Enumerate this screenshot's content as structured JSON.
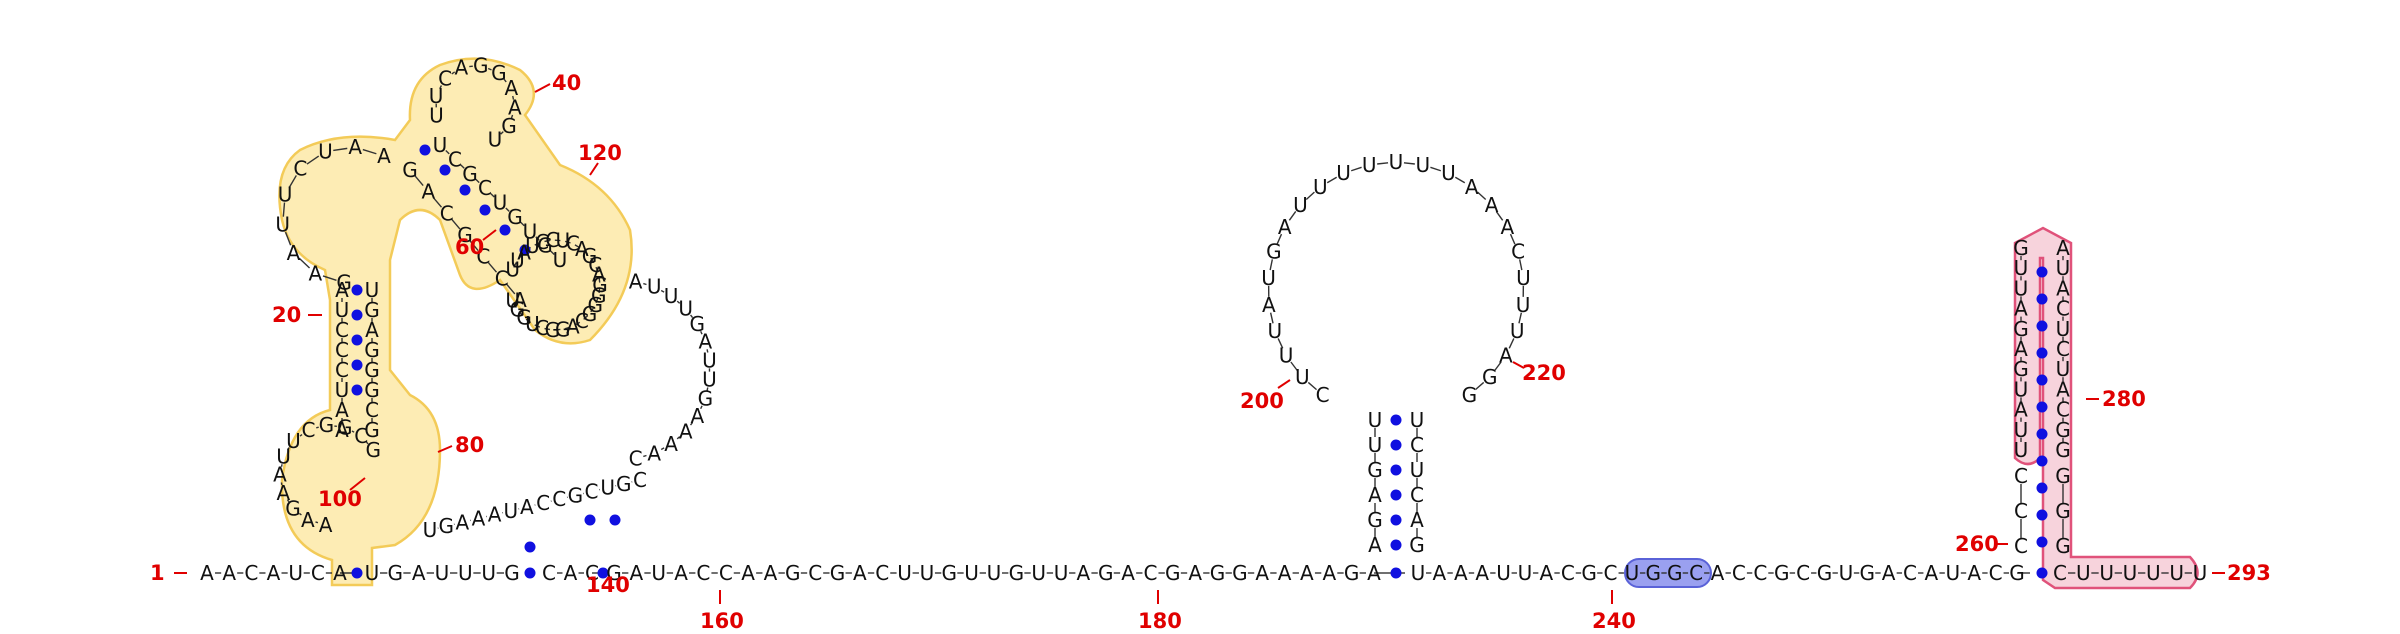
{
  "main_strand": "AACAUCAUGAUUUGCACGAUACCAAGCGACUUGUUGUUAGACGAGGAAAAGAUAAAUUACGCUGGCACCGCGUGACAUACGCUUUUUU",
  "position_labels": [
    {
      "id": "n1",
      "text": "1"
    },
    {
      "id": "n20",
      "text": "20"
    },
    {
      "id": "n40",
      "text": "40"
    },
    {
      "id": "n60",
      "text": "60"
    },
    {
      "id": "n80",
      "text": "80"
    },
    {
      "id": "n100",
      "text": "100"
    },
    {
      "id": "n120",
      "text": "120"
    },
    {
      "id": "n140",
      "text": "140"
    },
    {
      "id": "n160",
      "text": "160"
    },
    {
      "id": "n180",
      "text": "180"
    },
    {
      "id": "n200",
      "text": "200"
    },
    {
      "id": "n220",
      "text": "220"
    },
    {
      "id": "n240",
      "text": "240"
    },
    {
      "id": "n260",
      "text": "260"
    },
    {
      "id": "n280",
      "text": "280"
    },
    {
      "id": "n293",
      "text": "293"
    }
  ],
  "hairpin_mid": {
    "loop": "CUUUAUGAUUUUUUUAAACUUUAGG",
    "stem_left": "AGAGUU",
    "stem_right": "UCUCAG"
  },
  "hairpin_right": {
    "loop": "UUAUGAGAUUGAUACUCUACGG",
    "stem_left": "CCC",
    "stem_right": "GGG"
  },
  "left_domain": {
    "loop_top": "UUCAGGAAGU",
    "loop_left": "GAAUUCUAA",
    "inner_seq": "UUAUCCUCAGCAGGGGCAGGCUGGU",
    "helix_a": "AUCCCUAA",
    "helix_b": "UGAGGGCG",
    "bulge_lower": "AAGAAUUCGGCG",
    "tail_seq": "UGAAAUACCGCUGC",
    "long_arm": "AUUUGAUUGAAAAC",
    "inner_helix_left": "GACGCCA",
    "inner_helix_right": "UCGCUGUGU"
  },
  "colors": {
    "highlight_yellow": "#fde9a8",
    "highlight_pink": "#f7d3dc",
    "highlight_blue": "#9aa0f0",
    "pair_dot": "#1010e0",
    "number": "#e00000"
  }
}
